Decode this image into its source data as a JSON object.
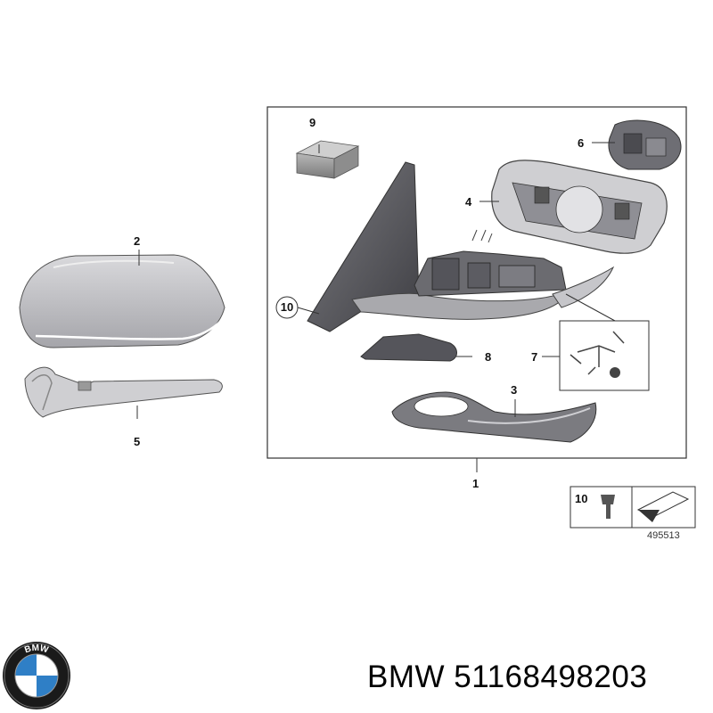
{
  "diagram": {
    "callouts": {
      "c1": "1",
      "c2": "2",
      "c3": "3",
      "c4": "4",
      "c5": "5",
      "c6": "6",
      "c7": "7",
      "c8": "8",
      "c9": "9",
      "c10": "10",
      "legend10": "10"
    },
    "catalog_number": "495513"
  },
  "brand": {
    "logo_letters": "BMW",
    "part_label": "BMW 51168498203"
  },
  "colors": {
    "outline": "#333333",
    "logo_blue": "#2f7fc6",
    "logo_ring": "#1a1a1a"
  }
}
